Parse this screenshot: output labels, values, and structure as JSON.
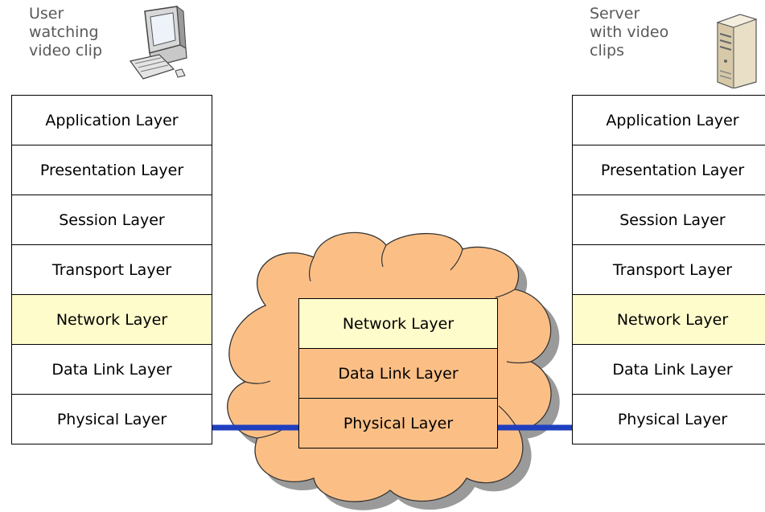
{
  "left_host": {
    "caption": "User\nwatching\nvideo clip",
    "icon": "desktop-computer-icon",
    "layers": [
      {
        "label": "Application Layer",
        "highlight": false
      },
      {
        "label": "Presentation Layer",
        "highlight": false
      },
      {
        "label": "Session Layer",
        "highlight": false
      },
      {
        "label": "Transport Layer",
        "highlight": false
      },
      {
        "label": "Network Layer",
        "highlight": true
      },
      {
        "label": "Data Link Layer",
        "highlight": false
      },
      {
        "label": "Physical Layer",
        "highlight": false
      }
    ]
  },
  "right_host": {
    "caption": "Server\nwith video\nclips",
    "icon": "server-tower-icon",
    "layers": [
      {
        "label": "Application Layer",
        "highlight": false
      },
      {
        "label": "Presentation Layer",
        "highlight": false
      },
      {
        "label": "Session Layer",
        "highlight": false
      },
      {
        "label": "Transport Layer",
        "highlight": false
      },
      {
        "label": "Network Layer",
        "highlight": true
      },
      {
        "label": "Data Link Layer",
        "highlight": false
      },
      {
        "label": "Physical Layer",
        "highlight": false
      }
    ]
  },
  "router": {
    "layers": [
      {
        "label": "Network Layer",
        "highlight": true
      },
      {
        "label": "Data Link Layer",
        "highlight": false
      },
      {
        "label": "Physical Layer",
        "highlight": false
      }
    ]
  },
  "colors": {
    "cloud_fill": "#fbbf86",
    "network_highlight": "#fffccc",
    "link_line": "#1f3fbf",
    "caption_text": "#595959"
  }
}
